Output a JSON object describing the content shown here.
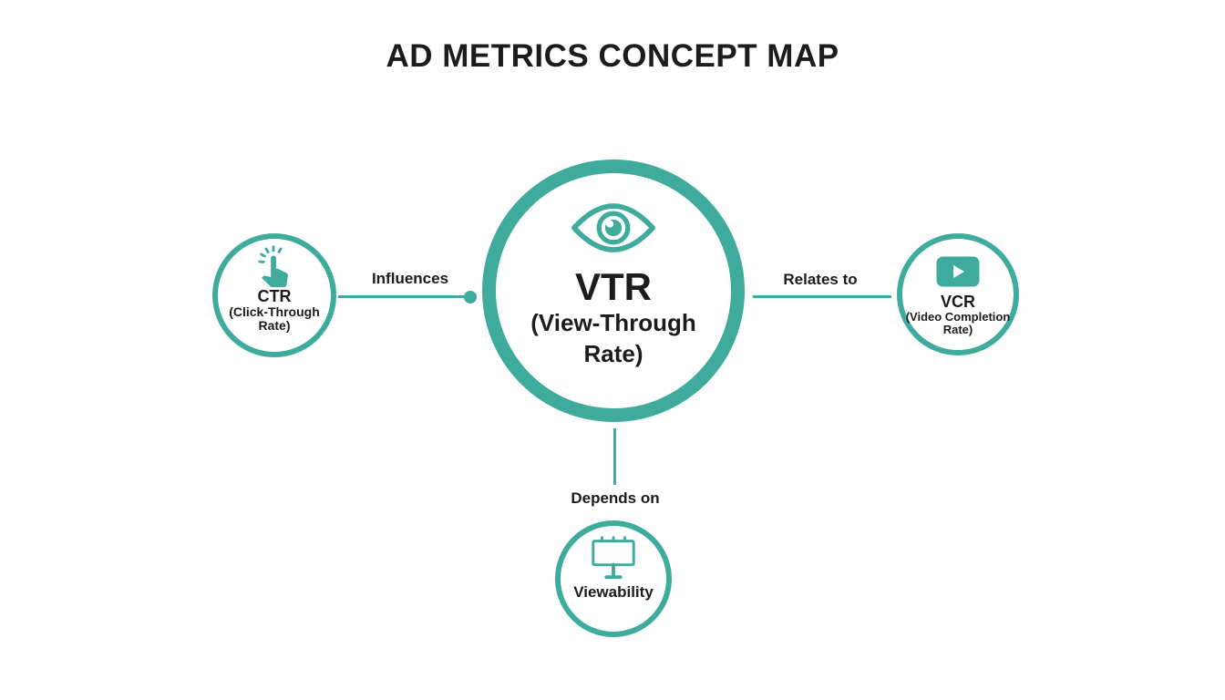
{
  "title": "AD METRICS CONCEPT MAP",
  "colors": {
    "accent": "#3FAB9D",
    "ink": "#1C1C1C",
    "background": "#FEFEFE"
  },
  "nodes": {
    "center": {
      "abbr": "VTR",
      "full": "(View-Through Rate)",
      "icon": "eye-icon"
    },
    "left": {
      "abbr": "CTR",
      "full": "(Click-Through Rate)",
      "icon": "tap-click-icon"
    },
    "right": {
      "abbr": "VCR",
      "full": "(Video Completion Rate)",
      "icon": "video-play-icon"
    },
    "bottom": {
      "label": "Viewability",
      "icon": "billboard-icon"
    }
  },
  "edges": {
    "influences": {
      "label": "Influences"
    },
    "relates_to": {
      "label": "Relates to"
    },
    "depends_on": {
      "label": "Depends on"
    }
  }
}
